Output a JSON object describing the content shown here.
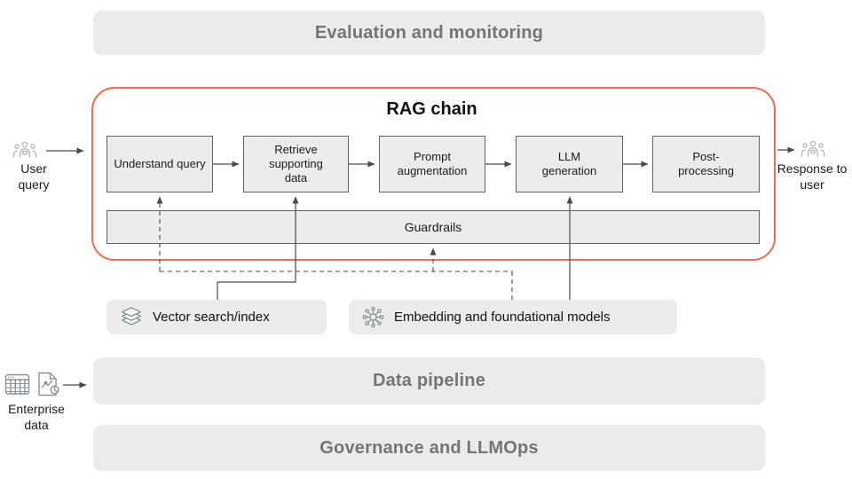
{
  "colors": {
    "accent": "#f8684f",
    "bar_background": "#ebebeb",
    "bar_text": "#757575",
    "box_background": "#ececec",
    "box_border": "#5f6368",
    "connector_line": "#4a4a4a",
    "people_icon": "#abb4ba",
    "enterprise_icon": "#8a9297",
    "resource_icon": "#7e9089"
  },
  "top_bar": {
    "label": "Evaluation and monitoring"
  },
  "rag_chain": {
    "title": "RAG chain",
    "steps": [
      "Understand query",
      "Retrieve supporting data",
      "Prompt augmentation",
      "LLM generation",
      "Post-processing"
    ],
    "guardrails_label": "Guardrails"
  },
  "resources": [
    {
      "icon": "layers-icon",
      "label": "Vector search/index"
    },
    {
      "icon": "network-icon",
      "label": "Embedding and foundational models"
    }
  ],
  "bottom_bars": {
    "data_pipeline": "Data pipeline",
    "governance": "Governance and LLMOps"
  },
  "endpoints": {
    "user_query": "User query",
    "response": "Response to user",
    "enterprise_data": "Enterprise data"
  }
}
